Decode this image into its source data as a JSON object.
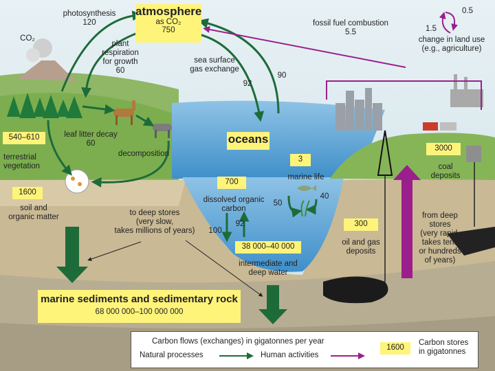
{
  "labels": {
    "atmosphere_title": "atmosphere",
    "atmosphere_sub": "as CO₂",
    "atmosphere_value": "750",
    "photosynthesis": "photosynthesis",
    "photosynthesis_value": "120",
    "co2": "CO₂",
    "plant_respiration_1": "plant",
    "plant_respiration_2": "respiration",
    "plant_respiration_3": "for growth",
    "plant_respiration_value": "60",
    "sea_surface_1": "sea surface",
    "sea_surface_2": "gas exchange",
    "sea_down_value": "92",
    "sea_up_value": "90",
    "fossil_fuel": "fossil fuel combustion",
    "fossil_fuel_value": "5.5",
    "land_use_up": "0.5",
    "land_use_down": "1.5",
    "land_use_1": "change in land use",
    "land_use_2": "(e.g., agriculture)",
    "terrestrial_value": "540–610",
    "terrestrial_1": "terrestrial",
    "terrestrial_2": "vegetation",
    "leaf_litter": "leaf litter decay",
    "leaf_litter_value": "60",
    "decomposition": "decomposition",
    "soil_value": "1600",
    "soil_1": "soil and",
    "soil_2": "organic matter",
    "deep_stores_1": "to deep stores",
    "deep_stores_2": "(very slow,",
    "deep_stores_3": "takes millions of years)",
    "oceans": "oceans",
    "marine_life_value": "3",
    "marine_life": "marine life",
    "marine_50": "50",
    "marine_40": "40",
    "doc_value": "700",
    "doc_1": "dissolved organic",
    "doc_2": "carbon",
    "flow_100": "100",
    "flow_92": "92",
    "deep_water_value": "38 000–40 000",
    "deep_water_1": "intermediate and",
    "deep_water_2": "deep water",
    "coal_value": "3000",
    "coal_1": "coal",
    "coal_2": "deposits",
    "oil_value": "300",
    "oil_1": "oil and gas",
    "oil_2": "deposits",
    "from_deep_1": "from deep",
    "from_deep_2": "stores",
    "from_deep_3": "(very rapid,",
    "from_deep_4": "takes tens",
    "from_deep_5": "or hundreds",
    "from_deep_6": "of years)",
    "sediments_title": "marine sediments and sedimentary rock",
    "sediments_value": "68 000 000–100 000 000"
  },
  "legend": {
    "flows_title": "Carbon flows (exchanges) in gigatonnes per year",
    "natural": "Natural processes",
    "human": "Human activities",
    "store_example": "1600",
    "stores_1": "Carbon stores",
    "stores_2": "in gigatonnes"
  },
  "colors": {
    "natural_arrow": "#1e6b3a",
    "human_arrow": "#9a1f8c",
    "store_box": "#fff47a"
  }
}
